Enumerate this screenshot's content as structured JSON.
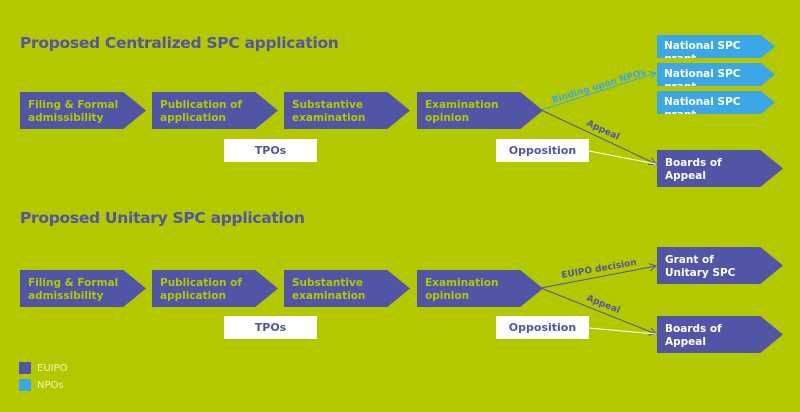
{
  "colors": {
    "background": "#b4c800",
    "euipo": "#5155a5",
    "npo": "#3ba7e6",
    "box_text": "#b4c800"
  },
  "centralized": {
    "title": "Proposed Centralized SPC application",
    "steps": [
      {
        "line1": "Filing & Formal",
        "line2": "admissibility"
      },
      {
        "line1": "Publication of",
        "line2": "application"
      },
      {
        "line1": "Substantive",
        "line2": "examination"
      },
      {
        "line1": "Examination",
        "line2": "opinion"
      }
    ],
    "tpos": "TPOs",
    "opposition": "Opposition",
    "binding_label": "Binding upon NPOs",
    "appeal_label": "Appeal",
    "national_grants": [
      "National SPC grant",
      "National SPC grant",
      "National SPC grant"
    ],
    "boards": {
      "line1": "Boards of",
      "line2": "Appeal"
    }
  },
  "unitary": {
    "title": "Proposed Unitary SPC application",
    "steps": [
      {
        "line1": "Filing & Formal",
        "line2": "admissibility"
      },
      {
        "line1": "Publication of",
        "line2": "application"
      },
      {
        "line1": "Substantive",
        "line2": "examination"
      },
      {
        "line1": "Examination",
        "line2": "opinion"
      }
    ],
    "tpos": "TPOs",
    "opposition": "Opposition",
    "decision_label": "EUIPO decision",
    "appeal_label": "Appeal",
    "grant": {
      "line1": "Grant of",
      "line2": "Unitary SPC"
    },
    "boards": {
      "line1": "Boards of",
      "line2": "Appeal"
    }
  },
  "legend": [
    {
      "label": "EUIPO",
      "color": "#5155a5"
    },
    {
      "label": "NPOs",
      "color": "#3ba7e6"
    }
  ]
}
